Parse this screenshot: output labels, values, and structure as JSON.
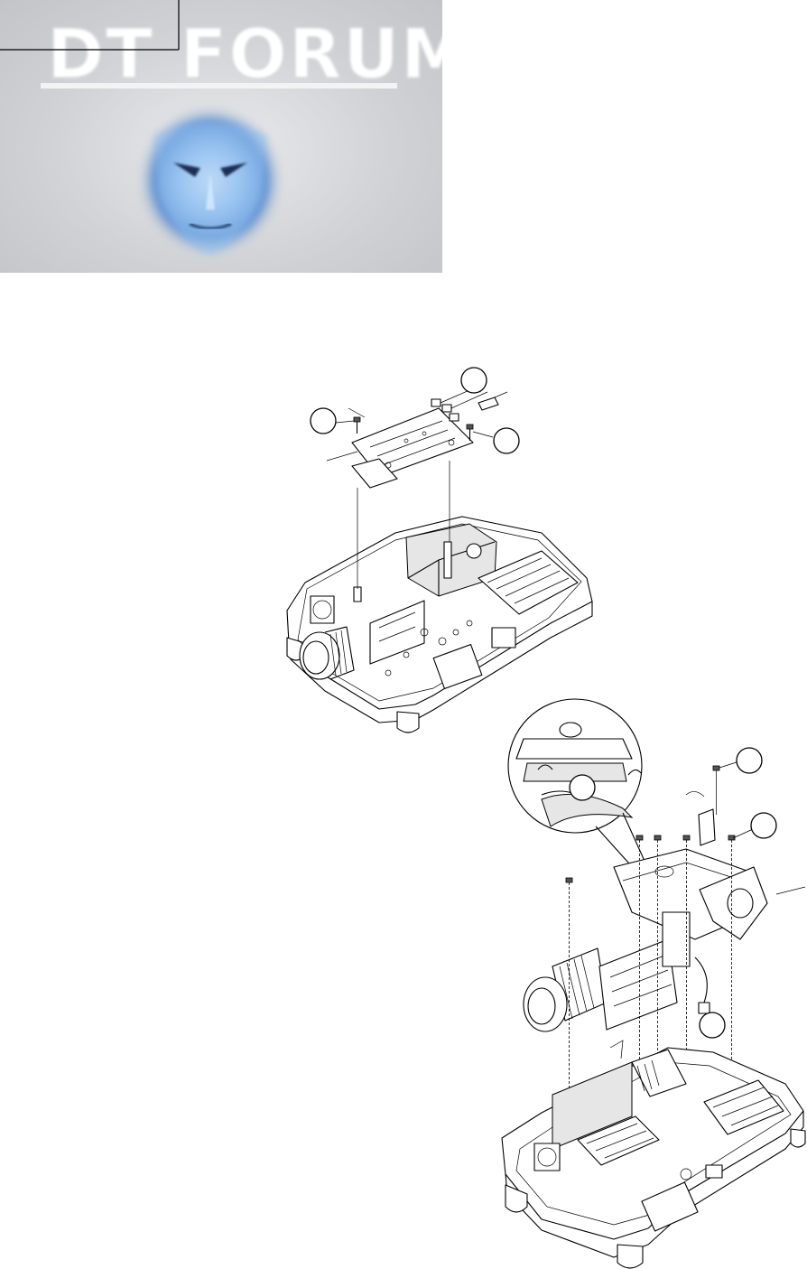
{
  "logo": {
    "text": "DT FORUM",
    "icon": "glowing-face-logo"
  },
  "diagram": {
    "figures": [
      {
        "id": "upper-assembly",
        "callouts": 3
      },
      {
        "id": "lower-assembly",
        "callouts": 4,
        "has_detail_inset": true
      }
    ]
  }
}
